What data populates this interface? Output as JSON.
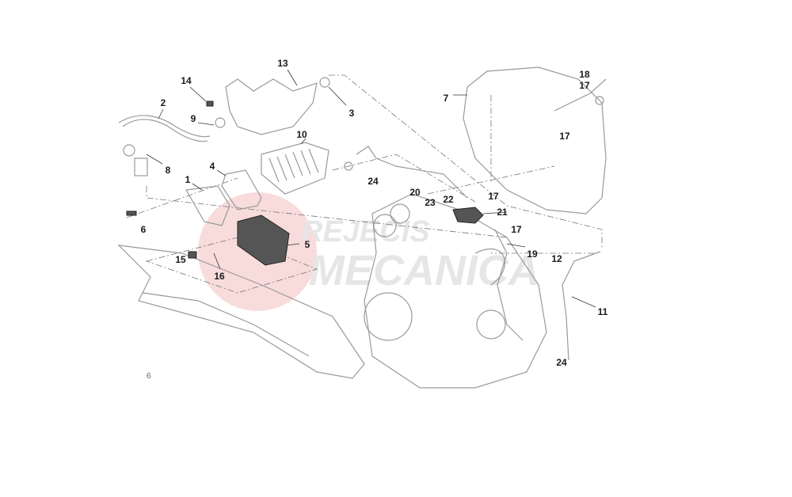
{
  "diagram": {
    "title": "Air intake and crankcase breather exploded view",
    "watermark": {
      "line1": "REJECIS",
      "line2": "MECANICA",
      "color": "#e8a0a0"
    },
    "page_marker": "6",
    "callouts": [
      {
        "id": "c13",
        "text": "13"
      },
      {
        "id": "c14",
        "text": "14"
      },
      {
        "id": "c2",
        "text": "2"
      },
      {
        "id": "c3",
        "text": "3"
      },
      {
        "id": "c9",
        "text": "9"
      },
      {
        "id": "c7",
        "text": "7"
      },
      {
        "id": "c18",
        "text": "18"
      },
      {
        "id": "c17a",
        "text": "17"
      },
      {
        "id": "c17b",
        "text": "17"
      },
      {
        "id": "c10",
        "text": "10"
      },
      {
        "id": "c8",
        "text": "8"
      },
      {
        "id": "c4",
        "text": "4"
      },
      {
        "id": "c1",
        "text": "1"
      },
      {
        "id": "c24a",
        "text": "24"
      },
      {
        "id": "c20",
        "text": "20"
      },
      {
        "id": "c22",
        "text": "22"
      },
      {
        "id": "c23",
        "text": "23"
      },
      {
        "id": "c17c",
        "text": "17"
      },
      {
        "id": "c21",
        "text": "21"
      },
      {
        "id": "c17d",
        "text": "17"
      },
      {
        "id": "c6",
        "text": "6"
      },
      {
        "id": "c5",
        "text": "5"
      },
      {
        "id": "c19",
        "text": "19"
      },
      {
        "id": "c12",
        "text": "12"
      },
      {
        "id": "c15",
        "text": "15"
      },
      {
        "id": "c16",
        "text": "16"
      },
      {
        "id": "c11",
        "text": "11"
      },
      {
        "id": "c24b",
        "text": "24"
      }
    ]
  }
}
